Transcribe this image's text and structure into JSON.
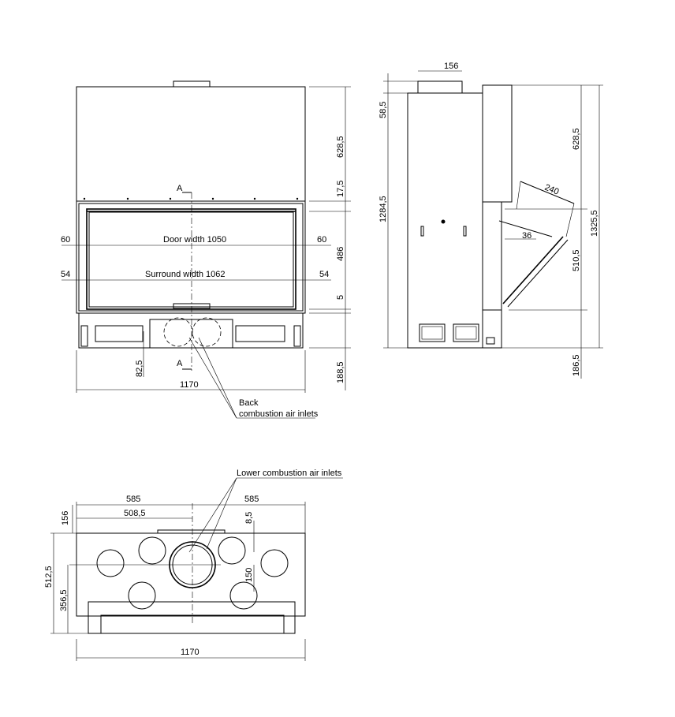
{
  "front_view": {
    "section_marker_top": "A",
    "section_marker_bottom": "A",
    "door_width_label": "Door width 1050",
    "surround_width_label": "Surround width 1062",
    "left_door_offset": "60",
    "right_door_offset": "60",
    "left_surround_offset": "54",
    "right_surround_offset": "54",
    "height_top": "628,5",
    "height_frame": "17,5",
    "height_door": "486",
    "height_gap": "5",
    "height_bottom": "188,5",
    "base_offset": "82,5",
    "overall_width": "1170",
    "back_inlets_label_line1": "Back",
    "back_inlets_label_line2": "combustion air inlets"
  },
  "side_view": {
    "top_width": "156",
    "top_offset": "58,5",
    "height_total_left": "1284,5",
    "height_top": "628,5",
    "height_total_right": "1325,5",
    "diagonal": "240",
    "angle": "36",
    "height_door": "510,5",
    "height_bottom": "186,5"
  },
  "top_view": {
    "lower_inlets_label": "Lower combustion air inlets",
    "left_span": "585",
    "right_span": "585",
    "inner_span": "508,5",
    "top_depth": "156",
    "small_offset": "8,5",
    "depth_total": "512,5",
    "depth_rear": "356,5",
    "inlet_diameter": "150",
    "overall_width": "1170"
  },
  "colors": {
    "line": "#000000",
    "background": "#ffffff"
  }
}
